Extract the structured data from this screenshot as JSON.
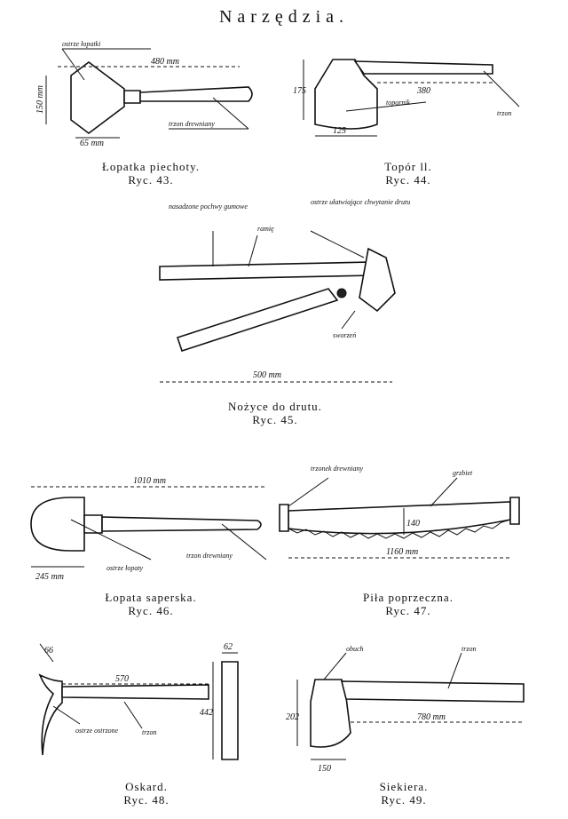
{
  "title": "Narzędzia.",
  "figures": [
    {
      "name": "Łopatka piechoty.",
      "ref": "Ryc. 43.",
      "labels": {
        "blade_plate": "ostrze łopatki",
        "dim_length": "480 mm",
        "dim_width": "150 mm",
        "dim_handle": "65 mm",
        "handle": "trzon drewniany"
      }
    },
    {
      "name": "Topór ll.",
      "ref": "Ryc. 44.",
      "labels": {
        "height": "175",
        "length": "380",
        "width": "125",
        "blade": "topornik",
        "handle": "trzon"
      }
    },
    {
      "name": "Nożyce do drutu.",
      "ref": "Ryc. 45.",
      "labels": {
        "case": "nasadzone pochwy gumowe",
        "arms": "ramię",
        "jaws": "ostrze ułatwiające chwytanie drutu",
        "bolt": "sworzeń",
        "length": "500 mm"
      }
    },
    {
      "name": "Łopata saperska.",
      "ref": "Ryc. 46.",
      "labels": {
        "length": "1010 mm",
        "width": "245 mm",
        "blade": "ostrze łopaty",
        "handle": "trzon drewniany"
      }
    },
    {
      "name": "Piła poprzeczna.",
      "ref": "Ryc. 47.",
      "labels": {
        "handle_left": "trzonek drewniany",
        "back": "grzbiet",
        "height": "140",
        "length": "1160 mm"
      }
    },
    {
      "name": "Oskard.",
      "ref": "Ryc. 48.",
      "labels": {
        "tip": "66",
        "length": "570",
        "pick": "ostrze ostrzone",
        "handle": "trzon",
        "width": "62",
        "height": "442"
      }
    },
    {
      "name": "Siekiera.",
      "ref": "Ryc. 49.",
      "labels": {
        "head": "obuch",
        "handle": "trzon",
        "height": "202",
        "length": "780 mm",
        "width": "150"
      }
    }
  ]
}
